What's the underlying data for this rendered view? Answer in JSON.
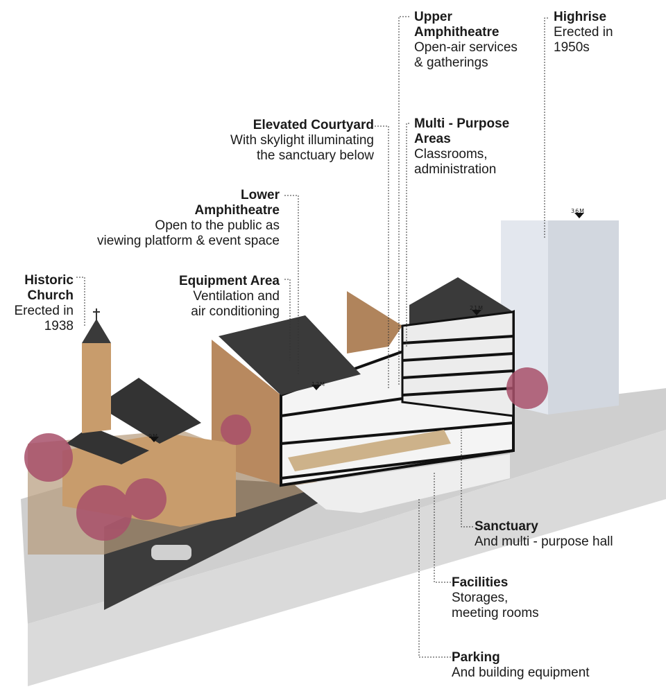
{
  "labels": {
    "highrise": {
      "title": "Highrise",
      "desc": [
        "Erected in",
        "1950s"
      ]
    },
    "upper_amphitheatre": {
      "title": [
        "Upper",
        "Amphitheatre"
      ],
      "desc": [
        "Open-air services",
        "& gatherings"
      ]
    },
    "elevated_courtyard": {
      "title": "Elevated Courtyard",
      "desc": [
        "With skylight illuminating",
        "the sanctuary  below"
      ]
    },
    "multi_purpose": {
      "title": [
        "Multi - Purpose",
        "Areas"
      ],
      "desc": [
        "Classrooms,",
        "administration"
      ]
    },
    "lower_amphitheatre": {
      "title": [
        "Lower",
        "Amphitheatre"
      ],
      "desc": [
        "Open to the public as",
        "viewing platform & event space"
      ]
    },
    "historic_church": {
      "title": [
        "Historic",
        "Church"
      ],
      "desc": [
        "Erected in",
        "1938"
      ]
    },
    "equipment_area": {
      "title": "Equipment Area",
      "desc": [
        "Ventilation and",
        "air conditioning"
      ]
    },
    "sanctuary": {
      "title": "Sanctuary",
      "desc": [
        "And multi - purpose hall"
      ]
    },
    "facilities": {
      "title": "Facilities",
      "desc": [
        "Storages,",
        "meeting rooms"
      ]
    },
    "parking": {
      "title": "Parking",
      "desc": [
        "And building equipment"
      ]
    }
  },
  "height_marks": {
    "church": "9M",
    "lower": "12M",
    "upper": "21M",
    "highrise": "36M"
  },
  "colors": {
    "brick": "#c49a6c",
    "roof": "#3b3b3b",
    "blossom": "#a8506a",
    "highrise": "#dfe3ea",
    "ground": "#d9d9d9"
  }
}
